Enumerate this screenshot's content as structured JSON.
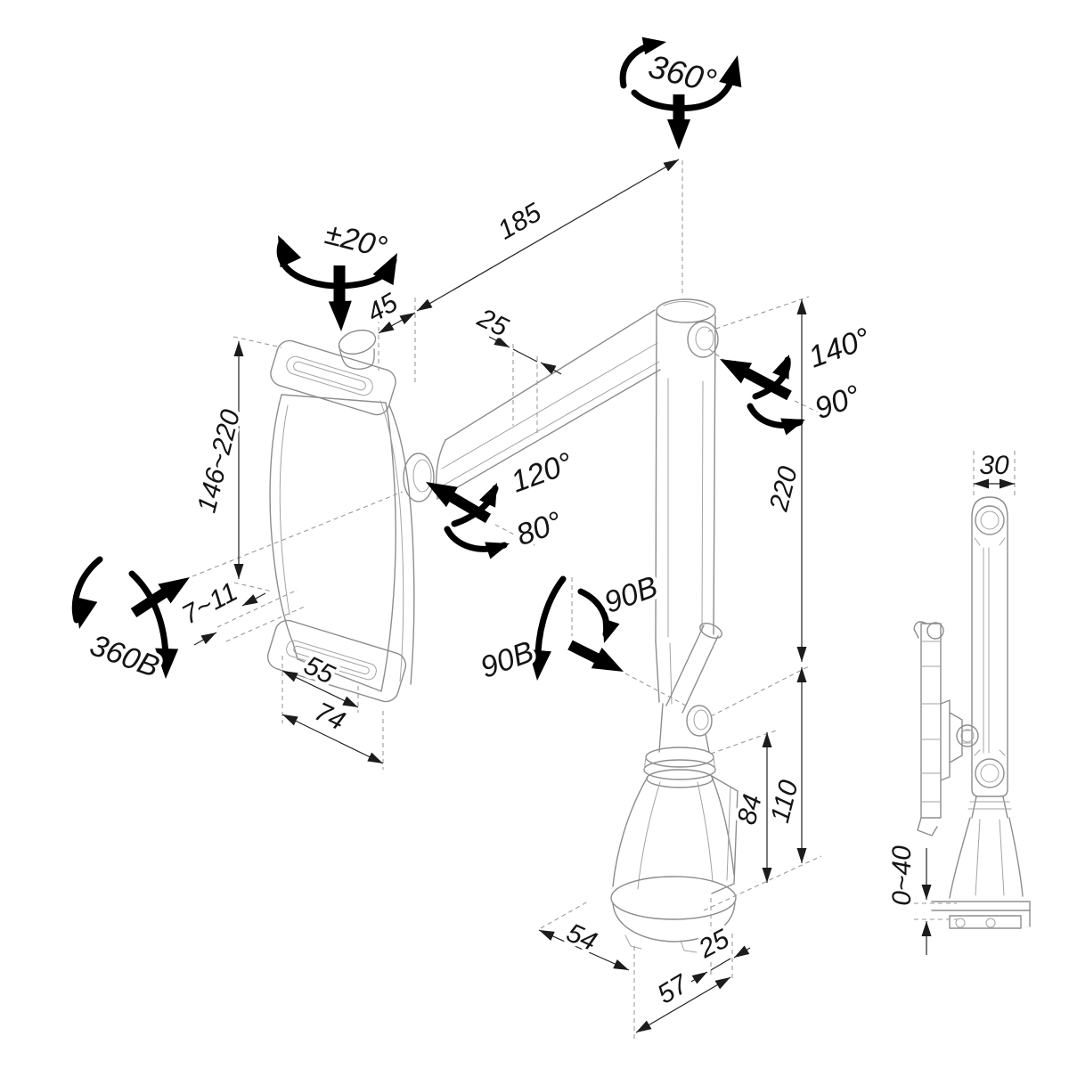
{
  "figure": {
    "background": "#ffffff",
    "object_line_color": "#8d8d8d",
    "dimension_line_color": "#222222",
    "arrow_color": "#000000"
  },
  "rotations": {
    "top_swivel": "360°",
    "holder_tilt": "±20°",
    "elbow_fold": "140°",
    "elbow_swivel": "90°",
    "shoulder_fold": "120°",
    "shoulder_swivel": "80°",
    "base_swivel": "360B",
    "joint_left": "90B",
    "joint_right": "90B"
  },
  "dimensions": {
    "arm_length": "185",
    "offset_45": "45",
    "offset_25": "25",
    "holder_height_range": "146~220",
    "holder_depth_range": "7~11",
    "slot_width": "55",
    "holder_width": "74",
    "upper_height": "220",
    "base_height": "84",
    "lower_height": "110",
    "base_depth": "54",
    "base_offset": "25",
    "base_width": "57",
    "side_width": "30",
    "clamp_range": "0~40"
  }
}
